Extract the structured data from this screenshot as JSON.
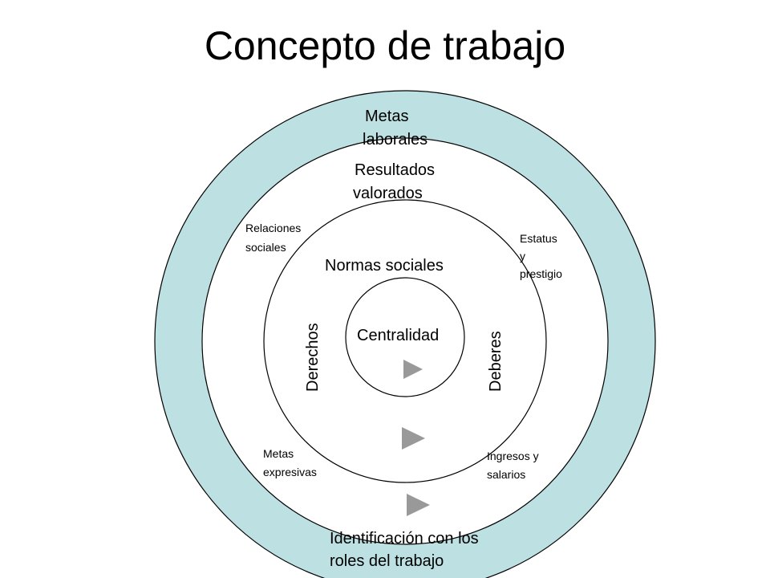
{
  "title": "Concepto de trabajo",
  "colors": {
    "outer_ring": "#bde0e3",
    "inner_fill": "#ffffff",
    "stroke": "#000000",
    "arrow": "#999999"
  },
  "rings": {
    "outer": [
      "Metas",
      "laborales"
    ],
    "second": [
      "Resultados",
      "valorados"
    ],
    "third": "Normas sociales",
    "center": "Centralidad"
  },
  "side_labels": {
    "left": "Derechos",
    "right": "Deberes"
  },
  "corner_labels": {
    "top_left": [
      "Relaciones",
      "sociales"
    ],
    "top_right": [
      "Estatus",
      "y",
      "prestigio"
    ],
    "bottom_left": [
      "Metas",
      "expresivas"
    ],
    "bottom_right": [
      "Ingresos y",
      "salarios"
    ]
  },
  "bottom_label": [
    "Identificación con los",
    "roles del trabajo"
  ],
  "arrow_icon": "play-triangle-icon"
}
